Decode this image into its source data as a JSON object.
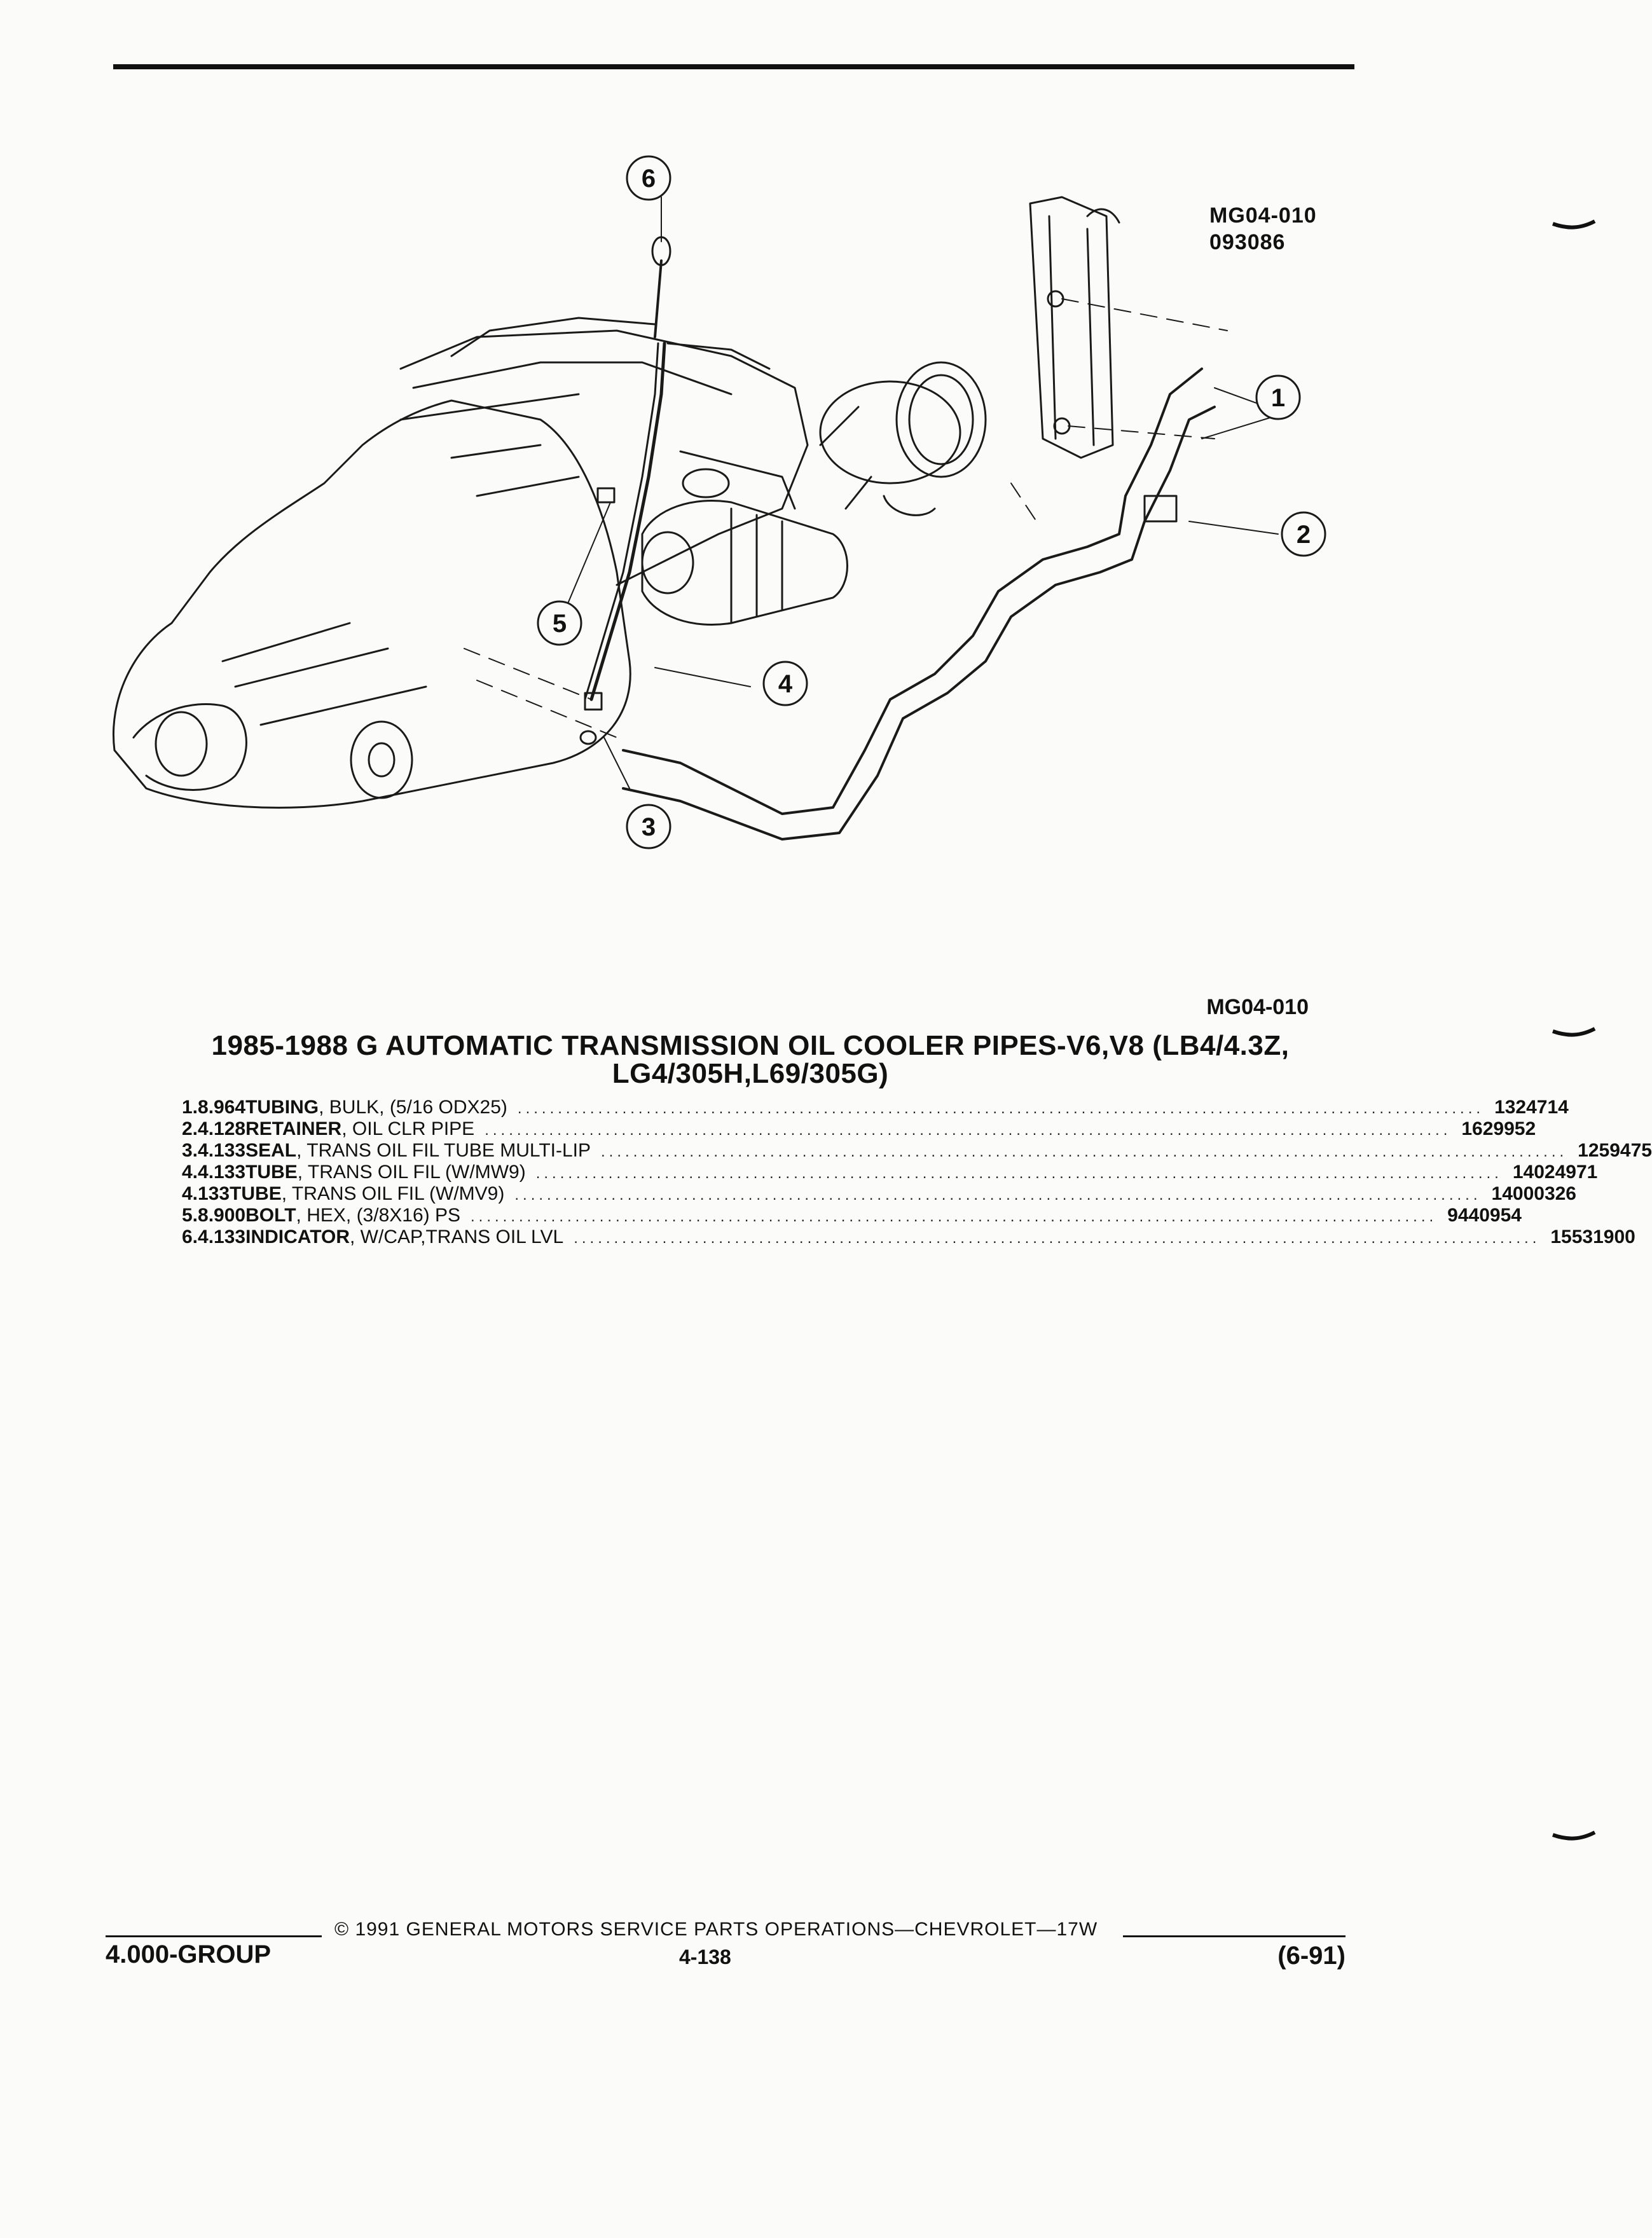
{
  "figure": {
    "code": "MG04-010",
    "date_code": "093086",
    "callouts": [
      "1",
      "2",
      "3",
      "4",
      "5",
      "6"
    ]
  },
  "caption_code": "MG04-010",
  "title_line1": "1985-1988 G AUTOMATIC TRANSMISSION OIL COOLER PIPES-V6,V8 (LB4/4.3Z,",
  "title_line2": "LG4/305H,L69/305G)",
  "parts": [
    {
      "num": "1.",
      "group": "8.964",
      "name": "TUBING",
      "detail": ", BULK, (5/16 ODX25)",
      "part_no": "1324714"
    },
    {
      "num": "2.",
      "group": "4.128",
      "name": "RETAINER",
      "detail": ", OIL CLR PIPE",
      "part_no": "1629952"
    },
    {
      "num": "3.",
      "group": "4.133",
      "name": "SEAL",
      "detail": ", TRANS OIL FIL TUBE MULTI-LIP",
      "part_no": "1259475"
    },
    {
      "num": "4.",
      "group": "4.133",
      "name": "TUBE",
      "detail": ", TRANS OIL FIL (W/MW9)",
      "part_no": "14024971"
    },
    {
      "num": "",
      "group": "4.133",
      "name": "TUBE",
      "detail": ", TRANS OIL FIL (W/MV9)",
      "part_no": "14000326"
    },
    {
      "num": "5.",
      "group": "8.900",
      "name": "BOLT",
      "detail": ", HEX, (3/8X16) PS",
      "part_no": "9440954"
    },
    {
      "num": "6.",
      "group": "4.133",
      "name": "INDICATOR",
      "detail": ", W/CAP,TRANS OIL LVL",
      "part_no": "15531900"
    }
  ],
  "footer": {
    "copyright": "© 1991 GENERAL MOTORS SERVICE PARTS OPERATIONS—CHEVROLET—17W",
    "group": "4.000-GROUP",
    "page": "4-138",
    "date": "(6-91)"
  }
}
